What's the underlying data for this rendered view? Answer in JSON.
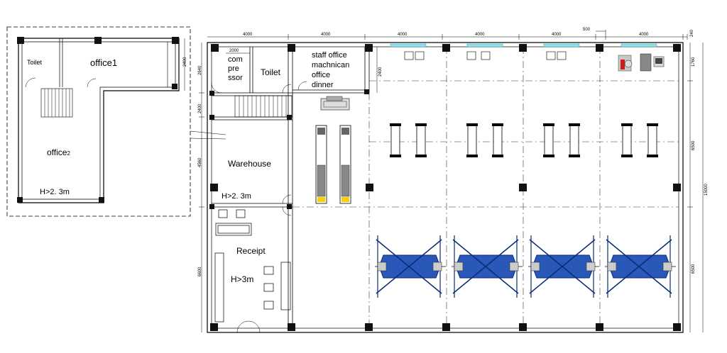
{
  "rooms": {
    "toilet_small": "Toilet",
    "office1": "office1",
    "office2_main": "office",
    "office2_sub": "2",
    "inset_height": "H>2. 3m",
    "compressor": [
      "com",
      "pre",
      "ssor"
    ],
    "toilet": "Toilet",
    "staff_office": [
      "staff office",
      "machnican",
      "office",
      "dinner"
    ],
    "warehouse": "Warehouse",
    "warehouse_height": "H>2. 3m",
    "receipt": "Receipt",
    "receipt_height": "H>3m"
  },
  "dimensions": {
    "top": [
      "4000",
      "4000",
      "4000",
      "4000",
      "4000",
      "4000"
    ],
    "top_small": "500",
    "top_edge": "240",
    "comp_width": "2000",
    "right_top": "1760",
    "right_mid": "6500",
    "right_bottom": "6500",
    "right_total": "15000",
    "left_1": "2640",
    "left_2": "2400",
    "left_3": "4560",
    "left_4": "6600",
    "inner_2400": "2400",
    "inset_2400": "2400"
  },
  "colors": {
    "lift_blue": "#2a58b8",
    "lift_dark": "#0a2a78",
    "window_cyan": "#8fe3ef",
    "yellow": "#f5d10a",
    "column": "#111111",
    "red": "#c81e1e"
  }
}
